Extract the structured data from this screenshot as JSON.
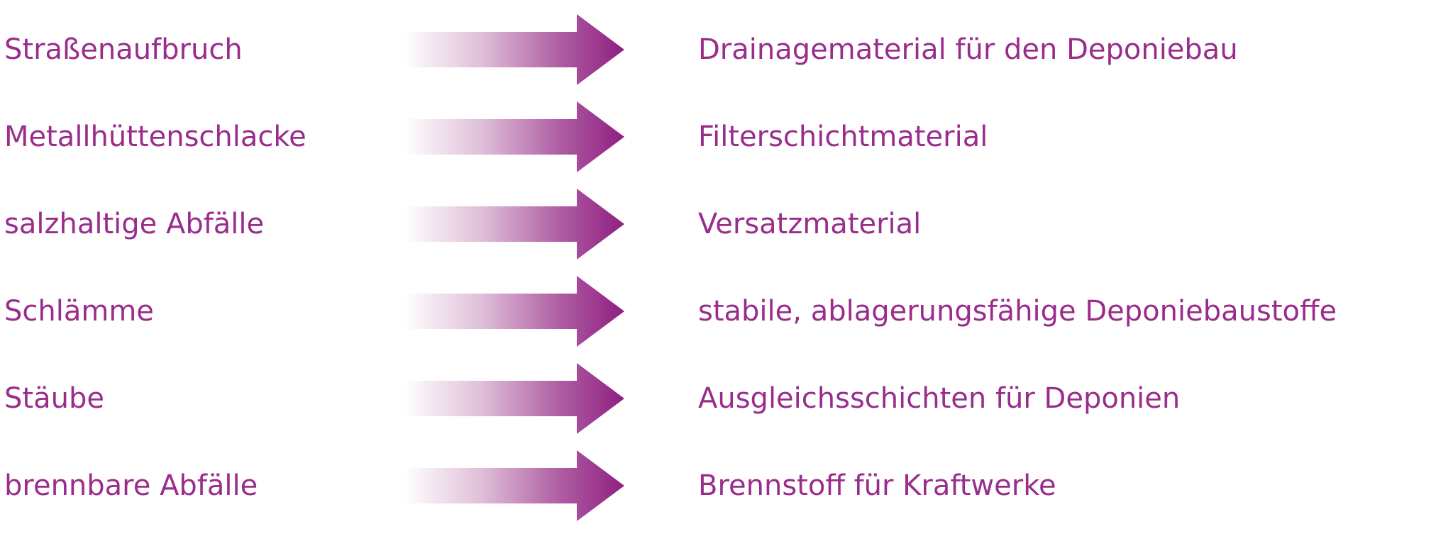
{
  "colors": {
    "accent": "#9a2d8c"
  },
  "rows": [
    {
      "source": "Straßenaufbruch",
      "target": "Drainagematerial für den Deponiebau"
    },
    {
      "source": "Metallhüttenschlacke",
      "target": "Filterschichtmaterial"
    },
    {
      "source": "salzhaltige Abfälle",
      "target": "Versatzmaterial"
    },
    {
      "source": "Schlämme",
      "target": "stabile, ablagerungsfähige Deponiebaustoffe"
    },
    {
      "source": "Stäube",
      "target": "Ausgleichsschichten für Deponien"
    },
    {
      "source": "brennbare Abfälle",
      "target": "Brennstoff für Kraftwerke"
    }
  ]
}
